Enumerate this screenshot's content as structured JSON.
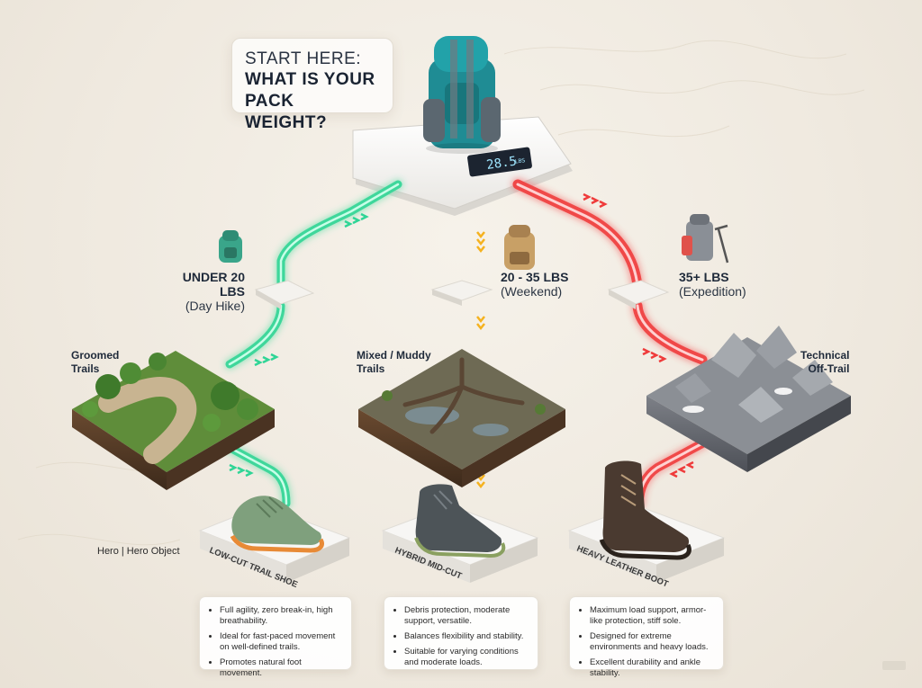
{
  "title": {
    "line1": "START HERE:",
    "line2": "WHAT IS YOUR",
    "line3": "PACK WEIGHT?"
  },
  "scale_display": "28.5",
  "scale_unit": "LBS",
  "branches": [
    {
      "weight": "UNDER 20 LBS",
      "trip": "(Day Hike)",
      "terrain_line1": "Groomed",
      "terrain_line2": "Trails",
      "shoe": "LOW-CUT TRAIL SHOE",
      "color": "#2fd596",
      "bullets": [
        "Full agility, zero break-in, high breathability.",
        "Ideal for fast-paced movement on well-defined trails.",
        "Promotes natural foot movement."
      ]
    },
    {
      "weight": "20 - 35 LBS",
      "trip": "(Weekend)",
      "terrain_line1": "Mixed / Muddy",
      "terrain_line2": "Trails",
      "shoe": "HYBRID MID-CUT",
      "color": "#f5b21f",
      "bullets": [
        "Debris protection, moderate support, versatile.",
        "Balances flexibility and stability.",
        "Suitable for varying conditions and moderate loads."
      ]
    },
    {
      "weight": "35+ LBS",
      "trip": "(Expedition)",
      "terrain_line1": "Technical",
      "terrain_line2": "Off-Trail",
      "shoe": "HEAVY LEATHER BOOT",
      "color": "#ef3b3b",
      "bullets": [
        "Maximum load support, armor-like protection, stiff sole.",
        "Designed for extreme environments and heavy loads.",
        "Excellent durability and ankle stability."
      ]
    }
  ],
  "hero_label": "Hero | Hero Object"
}
